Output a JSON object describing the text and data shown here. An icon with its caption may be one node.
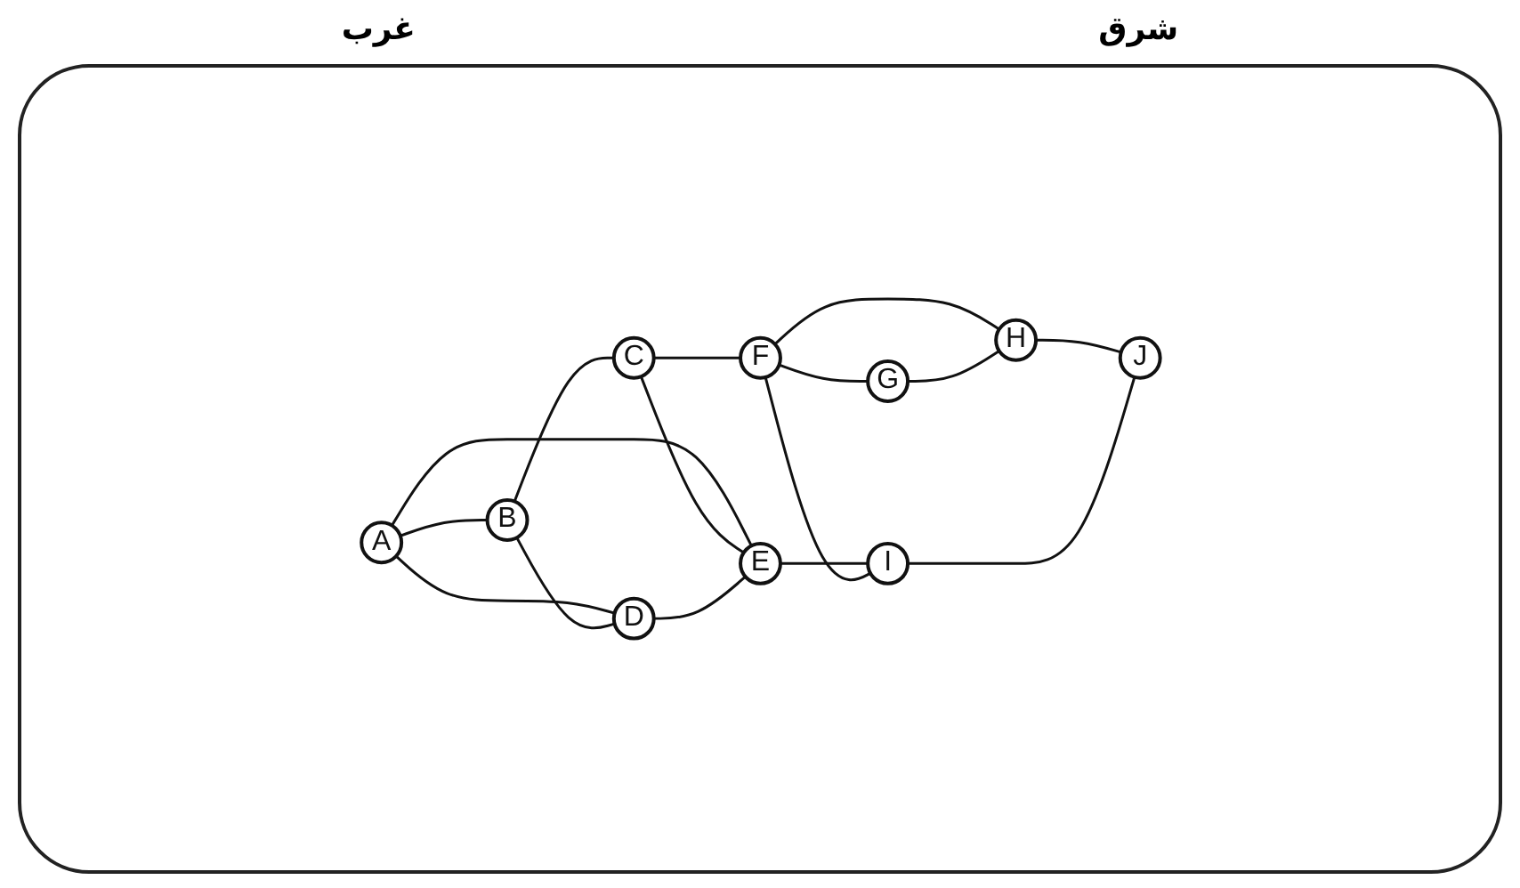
{
  "diagram": {
    "nodes": [
      {
        "text": [
          "A"
        ]
      },
      {
        "text": [
          "B"
        ]
      },
      {
        "text": [
          "C"
        ]
      },
      {
        "text": [
          "D"
        ]
      },
      {
        "text": [
          "E"
        ]
      },
      {
        "text": [
          "F"
        ]
      },
      {
        "text": [
          "G"
        ]
      },
      {
        "text": [
          "H"
        ]
      },
      {
        "text": [
          "I"
        ]
      },
      {
        "text": [
          "J"
        ]
      }
    ],
    "edges": [
      {
        "from": 0,
        "to": 1,
        "arrow": "none"
      },
      {
        "from": 0,
        "to": 3,
        "arrow": "none"
      },
      {
        "from": 0,
        "to": 4,
        "arrow": "none"
      },
      {
        "from": 1,
        "to": 2,
        "arrow": "none"
      },
      {
        "from": 1,
        "to": 3,
        "arrow": "none"
      },
      {
        "from": 2,
        "to": 4,
        "arrow": "none"
      },
      {
        "from": 3,
        "to": 4,
        "arrow": "none"
      },
      {
        "from": 2,
        "to": 5,
        "arrow": "none"
      },
      {
        "from": 4,
        "to": 8,
        "arrow": "none"
      },
      {
        "from": 5,
        "to": 8,
        "arrow": "none"
      },
      {
        "from": 5,
        "to": 6,
        "arrow": "none"
      },
      {
        "from": 5,
        "to": 7,
        "arrow": "none"
      },
      {
        "from": 6,
        "to": 7,
        "arrow": "none"
      },
      {
        "from": 7,
        "to": 9,
        "arrow": "none"
      },
      {
        "from": 8,
        "to": 9,
        "arrow": "none"
      }
    ],
    "labels": [
      "غرب",
      "شرق"
    ]
  }
}
